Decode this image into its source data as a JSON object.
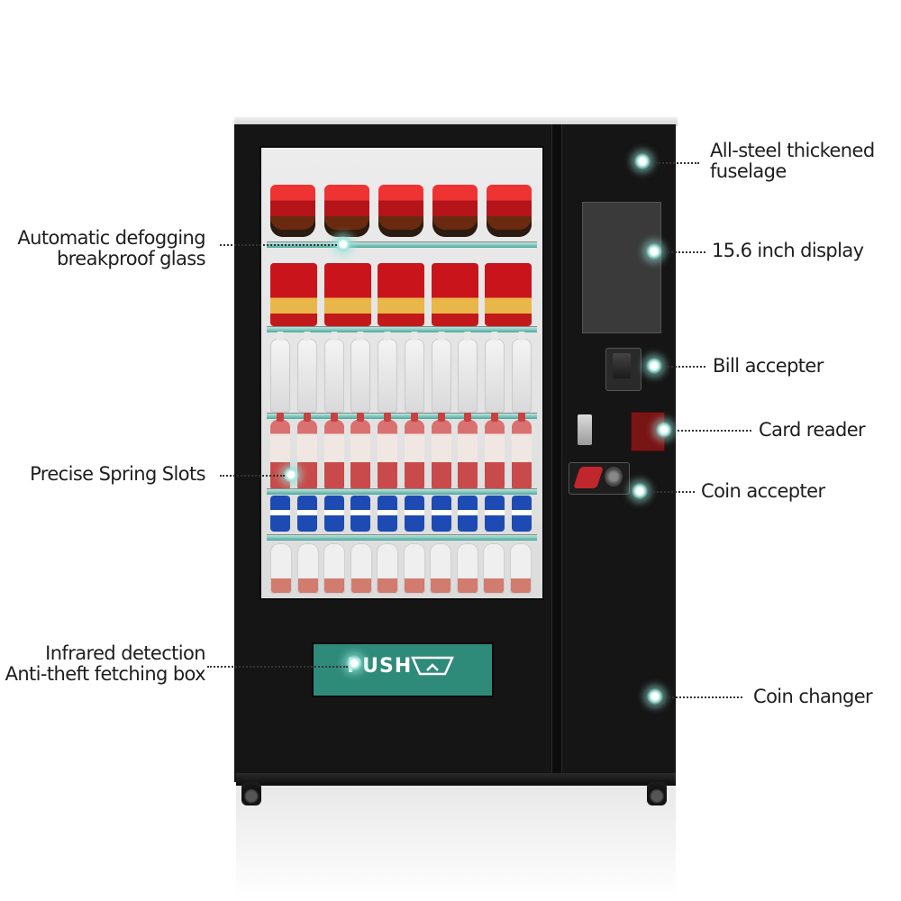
{
  "annotations": {
    "fuselage": [
      "All-steel thickened",
      "fuselage"
    ],
    "glass": [
      "Automatic defogging",
      "breakproof glass"
    ],
    "display": [
      "15.6 inch display"
    ],
    "bill": [
      "Bill accepter"
    ],
    "card": [
      "Card reader"
    ],
    "coin_accepter": [
      "Coin accepter"
    ],
    "spring": [
      "Precise Spring Slots"
    ],
    "fetching": [
      "Infrared detection",
      "Anti-theft fetching box"
    ],
    "coin_changer": [
      "Coin changer"
    ]
  },
  "machine": {
    "push_label": "PUSH",
    "accent_color": "#2f8b79",
    "body_color": "#151515"
  }
}
